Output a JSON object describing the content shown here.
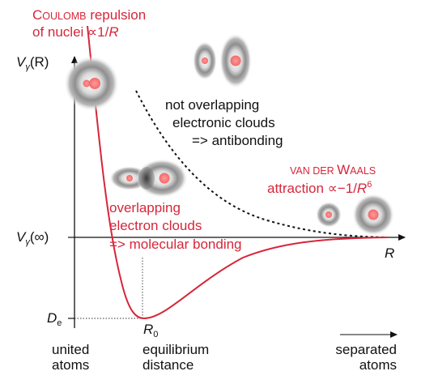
{
  "axes": {
    "y_label_prefix": "V",
    "y_label_sub": "γ",
    "y_label_arg": "(R)",
    "y_inf_arg": "(∞)",
    "x_label": "R"
  },
  "labels": {
    "coulomb_c": "C",
    "coulomb_rest": "OULOMB",
    "coulomb_tail": " repulsion",
    "coulomb_line2": "of nuclei ∝1/",
    "coulomb_r": "R",
    "not_overlap_1": "not overlapping",
    "not_overlap_2": "electronic clouds",
    "not_overlap_3": "=> antibonding",
    "vdw_small1": "VAN DER ",
    "vdw_w": "W",
    "vdw_small2": "AALS",
    "vdw_line2": "attraction ∝−1/",
    "vdw_r": "R",
    "vdw_exp": "6",
    "overlap_1": "overlapping",
    "overlap_2": "electron clouds",
    "overlap_3": "=> molecular bonding",
    "de_d": "D",
    "de_sub": "e",
    "r0_r": "R",
    "r0_sub": "0",
    "united_1": "united",
    "united_2": "atoms",
    "equil_1": "equilibrium",
    "equil_2": "distance",
    "sep_1": "separated",
    "sep_2": "atoms"
  },
  "colors": {
    "bonding_curve": "#d6263a",
    "antibonding_curve": "#111111",
    "axis": "#111111",
    "nucleus": "#f47c7c"
  }
}
